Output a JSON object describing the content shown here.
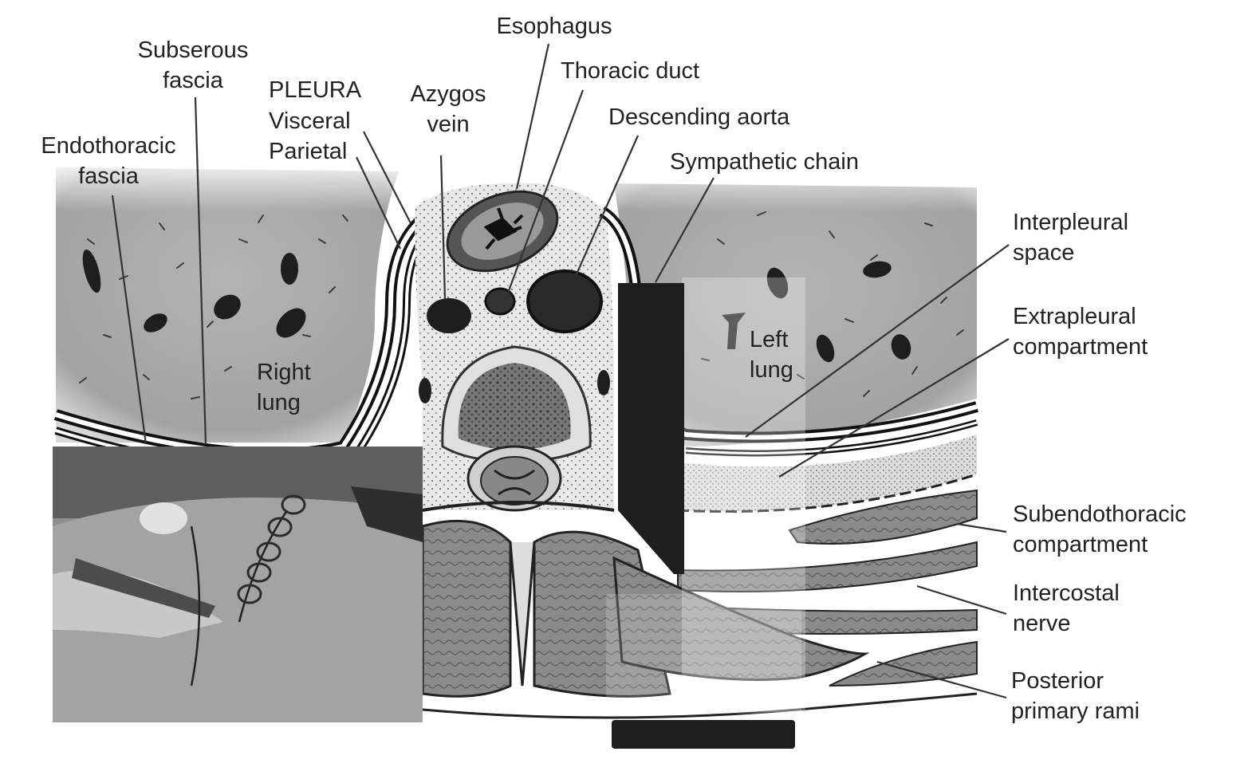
{
  "labels": {
    "esophagus": "Esophagus",
    "subserous_fascia": "Subserous\nfascia",
    "pleura": "PLEURA",
    "visceral": "Visceral",
    "parietal": "Parietal",
    "azygos_vein": "Azygos\nvein",
    "thoracic_duct": "Thoracic duct",
    "descending_aorta": "Descending aorta",
    "sympathetic_chain": "Sympathetic chain",
    "endothoracic_fascia": "Endothoracic\nfascia",
    "right_lung": "Right\nlung",
    "left_lung": "Left\nlung",
    "interpleural_space": "Interpleural\nspace",
    "extrapleural_compartment": "Extrapleural\ncompartment",
    "subendothoracic_compartment": "Subendothoracic\ncompartment",
    "intercostal_nerve": "Intercostal\nnerve",
    "posterior_primary_rami": "Posterior\nprimary rami"
  },
  "colors": {
    "lung_tissue": "#a9a9a9",
    "mediastinum": "#e6e6e6",
    "dark_structure": "#1e1e1e",
    "muscle": "#7a7a7a",
    "leader_line": "#333333",
    "label_text": "#222222"
  }
}
